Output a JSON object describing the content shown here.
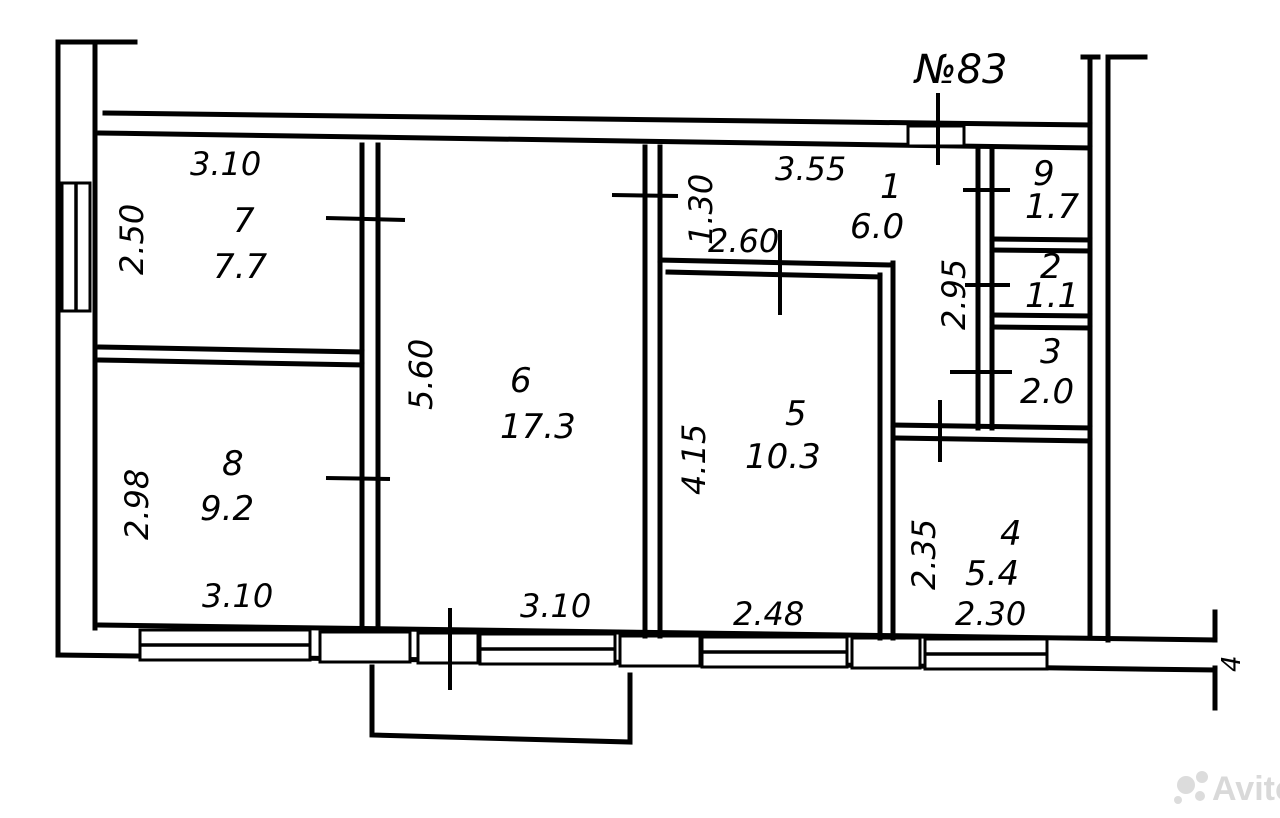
{
  "plan": {
    "title": "№83",
    "rooms": [
      {
        "id": "1",
        "number": "1",
        "area": "6.0"
      },
      {
        "id": "2",
        "number": "2",
        "area": "1.1"
      },
      {
        "id": "3",
        "number": "3",
        "area": "2.0"
      },
      {
        "id": "4",
        "number": "4",
        "area": "5.4"
      },
      {
        "id": "5",
        "number": "5",
        "area": "10.3"
      },
      {
        "id": "6",
        "number": "6",
        "area": "17.3"
      },
      {
        "id": "7",
        "number": "7",
        "area": "7.7"
      },
      {
        "id": "8",
        "number": "8",
        "area": "9.2"
      },
      {
        "id": "9",
        "number": "9",
        "area": "1.7"
      }
    ],
    "dimensions": {
      "r7_width": "3.10",
      "r7_height": "2.50",
      "r8_height": "2.98",
      "r8_width": "3.10",
      "r6_height": "5.60",
      "r6_width": "3.10",
      "r1_width": "3.55",
      "r1_depth": "1.30",
      "r5_top": "2.60",
      "r5_height": "4.15",
      "r5_width": "2.48",
      "corridor_height": "2.95",
      "r4_height": "2.35",
      "r4_width": "2.30"
    },
    "watermark": "Avito",
    "section_mark": "4"
  }
}
